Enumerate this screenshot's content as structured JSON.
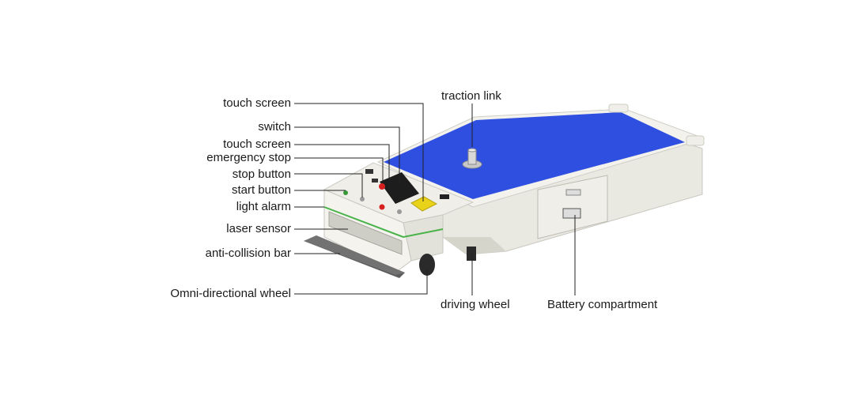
{
  "labels": {
    "touch_screen_top": "touch screen",
    "switch": "switch",
    "touch_screen": "touch screen",
    "emergency_stop": "emergency stop",
    "stop_button": "stop button",
    "start_button": "start button",
    "light_alarm": "light alarm",
    "laser_sensor": "laser sensor",
    "anti_collision_bar": "anti-collision bar",
    "omni_wheel": "Omni-directional wheel",
    "traction_link": "traction link",
    "driving_wheel": "driving wheel",
    "battery_compartment": "Battery compartment"
  },
  "colors": {
    "top_deck": "#2f4fe0",
    "body": "#f2f1ec",
    "body_shadow": "#dddcd4",
    "accent_stripe": "#49b34a",
    "button_yellow": "#e8d21a",
    "emergency_red": "#d62020",
    "leader_line": "#222222"
  }
}
